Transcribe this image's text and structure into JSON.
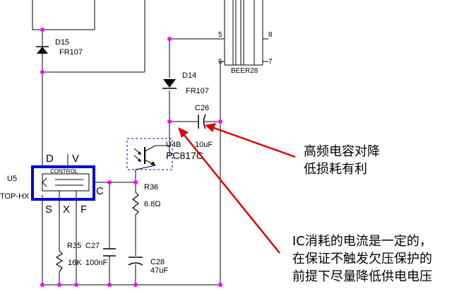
{
  "labels": {
    "d15_ref": "D15",
    "d15_val": "FR107",
    "d14_ref": "D14",
    "d14_val": "FR107",
    "beer": "BEER28",
    "pin5": "5",
    "pin6": "6",
    "pin7": "7",
    "pin8": "8",
    "c26_ref": "C26",
    "c26_val": "10uF",
    "u4b": "U4B",
    "pc817": "PC817C",
    "u5": "U5",
    "tophx": "TOP-HX",
    "pin_d": "D",
    "pin_v": "V",
    "pin_c": "C",
    "pin_s": "S",
    "pin_x": "X",
    "pin_f": "F",
    "control": "CONTROL",
    "r36_ref": "R36",
    "r36_val": "6.8Ω",
    "r35_ref": "R35",
    "r35_val": "16K",
    "c27_ref": "C27",
    "c27_val": "100nF",
    "c28_ref": "C28",
    "c28_val": "47uF"
  },
  "annotations": {
    "note1_line1": "高频电容对降",
    "note1_line2": "低损耗有利",
    "note2_line1": "IC消耗的电流是一定的，",
    "note2_line2": "在保证不触发欠压保护的",
    "note2_line3": "前提下尽量降低供电电压"
  },
  "colors": {
    "wire": "#000000",
    "highlight": "#0000cc",
    "junction": "#ff00ff",
    "arrow": "#e00000",
    "dashed": "#0000cc"
  }
}
